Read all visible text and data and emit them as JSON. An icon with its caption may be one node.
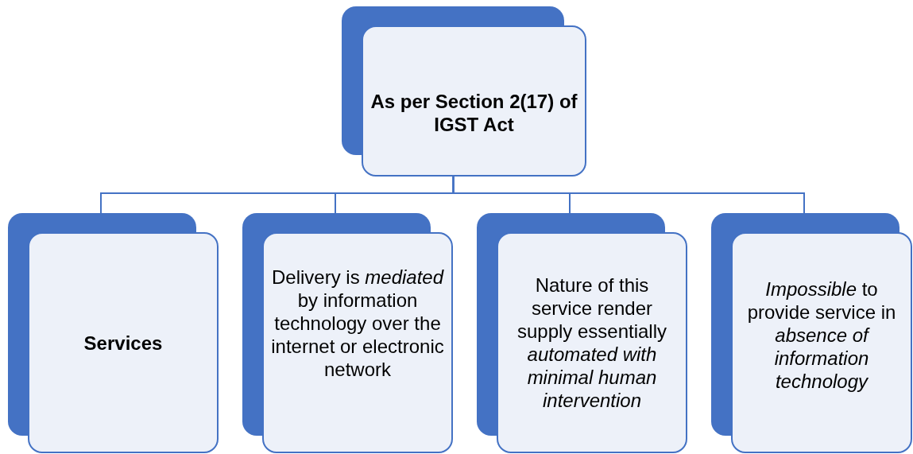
{
  "diagram": {
    "nodes": [
      {
        "text": [
          "As per Section 2(17) of IGST Act"
        ]
      },
      {
        "text": [
          "Services"
        ]
      },
      {
        "text": [
          "Delivery is *mediated* by information technology over the internet or electronic network"
        ]
      },
      {
        "text": [
          "Nature of this service render supply essentially *automated with minimal human intervention*"
        ]
      },
      {
        "text": [
          "*Impossible* to provide service in *absence of information technology*"
        ]
      }
    ],
    "edges": [
      {
        "from": 0,
        "to": 1,
        "arrow": "none"
      },
      {
        "from": 0,
        "to": 2,
        "arrow": "none"
      },
      {
        "from": 0,
        "to": 3,
        "arrow": "none"
      },
      {
        "from": 0,
        "to": 4,
        "arrow": "none"
      }
    ]
  }
}
